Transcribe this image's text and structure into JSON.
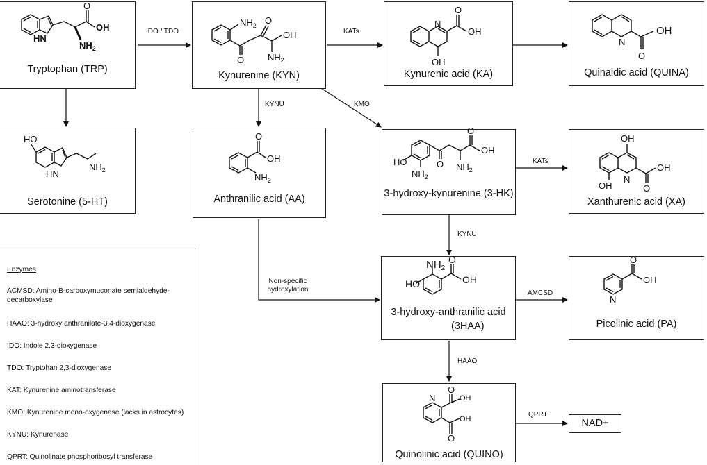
{
  "compounds": {
    "trp": "Tryptophan (TRP)",
    "kyn": "Kynurenine (KYN)",
    "ka": "Kynurenic acid (KA)",
    "quina": "Quinaldic acid (QUINA)",
    "serotonin": "Serotonine (5-HT)",
    "aa": "Anthranilic acid (AA)",
    "hk": "3-hydroxy-kynurenine  (3-HK)",
    "xa": "Xanthurenic acid (XA)",
    "haa_line1": "3-hydroxy-anthranilic acid",
    "haa_line2": "(3HAA)",
    "pa": "Picolinic acid (PA)",
    "quino": "Quinolinic acid (QUINO)",
    "nad": "NAD+"
  },
  "enzyme_labels": {
    "ido_tdo": "IDO / TDO",
    "kats1": "KATs",
    "kynu1": "KYNU",
    "kmo": "KMO",
    "kats2": "KATs",
    "kynu2": "KYNU",
    "nonspecific_line1": "Non-specific",
    "nonspecific_line2": "hydroxylation",
    "amcsd": "AMCSD",
    "haao": "HAAO",
    "qprt": "QPRT"
  },
  "atoms": {
    "oh": "OH",
    "o": "O",
    "n": "N",
    "hn": "HN",
    "nh2": "NH",
    "sub2": "2",
    "ho": "HO",
    "nh": "NH"
  },
  "legend": {
    "title": "Enzymes",
    "items": [
      "ACMSD: Amino-B-carboxymuconate semialdehyde-decarboxylase",
      "HAAO: 3-hydroxy anthranilate-3,4-dioxygenase",
      "IDO: Indole 2,3-dioxygenase",
      "TDO: Tryptohan 2,3-dioxygenase",
      "KAT: Kynurenine aminotransferase",
      "KMO: Kynurenine mono-oxygenase (lacks in astrocytes)",
      "KYNU: Kynurenase",
      "QPRT: Quinolinate phosphoribosyl transferase"
    ]
  }
}
